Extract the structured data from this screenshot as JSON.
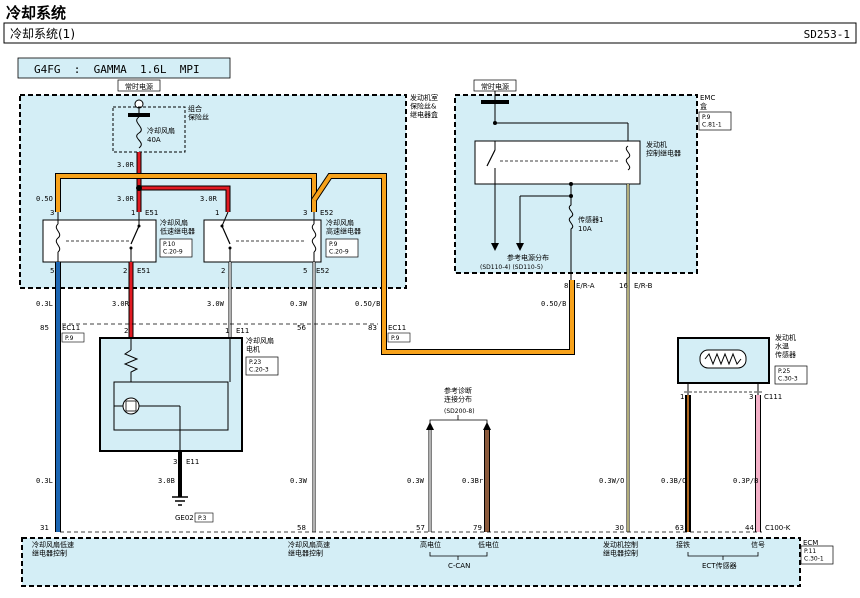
{
  "page_title": "冷却系统",
  "header": {
    "section": "冷却系统(1)",
    "code": "SD253-1"
  },
  "engine": "G4FG  :  GAMMA  1.6L  MPI",
  "boxes": {
    "engine_room_fuse": "发动机室\n保险丝&\n继电器盒",
    "emc": {
      "name": "EMC\n盒",
      "ref": "P.9\nC.81-1"
    },
    "ecm": {
      "name": "ECM",
      "ref": "P.11\nC.30-1"
    }
  },
  "power_label": "常时电源",
  "fuse": {
    "combo": "组合\n保险丝",
    "name": "冷却风扇",
    "rating": "40A"
  },
  "sensor_fuse": {
    "name": "传感器1",
    "rating": "10A"
  },
  "relays": {
    "low": {
      "name": "冷却风扇\n低速继电器",
      "ref": "P.10\nC.20-9",
      "conn": "E51"
    },
    "high": {
      "name": "冷却风扇\n高速继电器",
      "ref": "P.9\nC.20-9",
      "conn": "E52"
    },
    "engine_ctrl": "发动机\n控制继电器"
  },
  "power_dist": {
    "name": "参考电源分布",
    "refs": "(SD110-4) (SD110-5)"
  },
  "motor": {
    "name": "冷却风扇\n电机",
    "ref": "P.23\nC.20-3",
    "conn_top": "E11",
    "conn_bottom": "E11"
  },
  "ground": {
    "name": "GE02",
    "ref": "P.3"
  },
  "diag": {
    "name": "参考诊断\n连接分布",
    "ref": "(SD200-8)"
  },
  "ect": {
    "name": "发动机\n水温\n传感器",
    "ref": "P.25\nC.30-3",
    "conn": "C111"
  },
  "ecm_conn": "C100-K",
  "ec11_ref": "P.9",
  "emc_pins": {
    "pin8": "8",
    "pin16": "16",
    "label8": "E/R-A",
    "label16": "E/R-B"
  },
  "wires": {
    "w1": "3.0R",
    "w2": "3.0R",
    "w3": "3.0R",
    "w_og": "0.5O",
    "w_3l": "0.3L",
    "w_3r": "3.0R",
    "w_3ow": "3.0W",
    "w_3w": "0.3W",
    "w_ob": "0.5O/B",
    "w_ob2": "0.5O/B",
    "w_3b": "3.0B",
    "w_3l2": "0.3L",
    "w_3w2": "0.3W",
    "w_can_h": "0.3W",
    "w_can_l": "0.3Br",
    "w_wo": "0.3W/O",
    "w_bo": "0.3B/O",
    "w_pb": "0.3P/B"
  },
  "pins": {
    "ec11_85": "85",
    "ec11_56": "56",
    "ec11_83": "83",
    "relay_low_top_left": "3",
    "relay_low_top_right": "1",
    "relay_low_bot_left": "5",
    "relay_low_bot_right": "2",
    "relay_high_top_left": "1",
    "relay_high_top_right": "3",
    "relay_high_bot_left": "2",
    "relay_high_bot_right": "5",
    "motor_top": "2",
    "motor_bottom": "3",
    "motor_right": "1",
    "ect_left": "1",
    "ect_right": "3",
    "ecm_31": "31",
    "ecm_58": "58",
    "ecm_57": "57",
    "ecm_79": "79",
    "ecm_30": "30",
    "ecm_63": "63",
    "ecm_44": "44"
  },
  "ecm_labels": {
    "low_relay": "冷却风扇低速\n继电器控制",
    "high_relay": "冷却风扇高速\n继电器控制",
    "can_high": "高电位",
    "can_low": "低电位",
    "can": "C-CAN",
    "engine_relay": "发动机控制\n继电器控制",
    "ground": "接铁",
    "signal": "信号",
    "ect_sensor": "ECT传感器"
  }
}
